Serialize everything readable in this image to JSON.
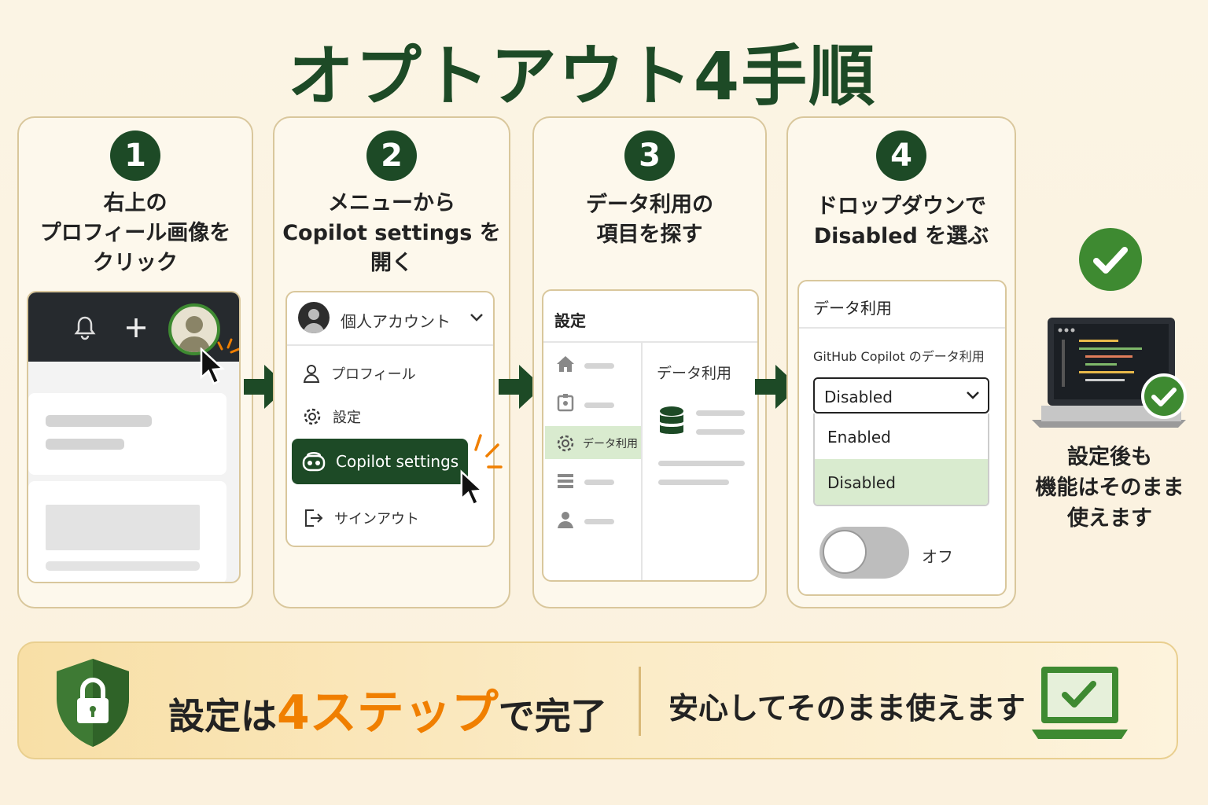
{
  "title": "オプトアウト4手順",
  "steps": [
    {
      "number": "1",
      "lines": [
        "右上の",
        "プロフィール画像を",
        "クリック"
      ]
    },
    {
      "number": "2",
      "lines": [
        "メニューから",
        "Copilot settings を",
        "開く"
      ]
    },
    {
      "number": "3",
      "lines": [
        "データ利用の",
        "項目を探す"
      ]
    },
    {
      "number": "4",
      "lines": [
        "ドロップダウンで",
        "Disabled を選ぶ"
      ]
    }
  ],
  "menu": {
    "account": "個人アカウント",
    "items": [
      "プロフィール",
      "設定",
      "Copilot settings",
      "サインアウト"
    ]
  },
  "settings": {
    "header": "設定",
    "selected_item": "データ利用",
    "content_title": "データ利用"
  },
  "dropdown": {
    "header": "データ利用",
    "label": "GitHub Copilot のデータ利用",
    "selected": "Disabled",
    "options": [
      "Enabled",
      "Disabled"
    ],
    "toggle_label": "オフ"
  },
  "after_note": [
    "設定後も",
    "機能はそのまま",
    "使えます"
  ],
  "bottom": {
    "part1": "設定は",
    "highlight": "4ステップ",
    "part2": "で完了",
    "right": "安心してそのまま使えます"
  },
  "colors": {
    "primary": "#1d4a26",
    "accent": "#f07f00",
    "check": "#3e8a31",
    "highlight_bg": "#d9ebcf"
  }
}
